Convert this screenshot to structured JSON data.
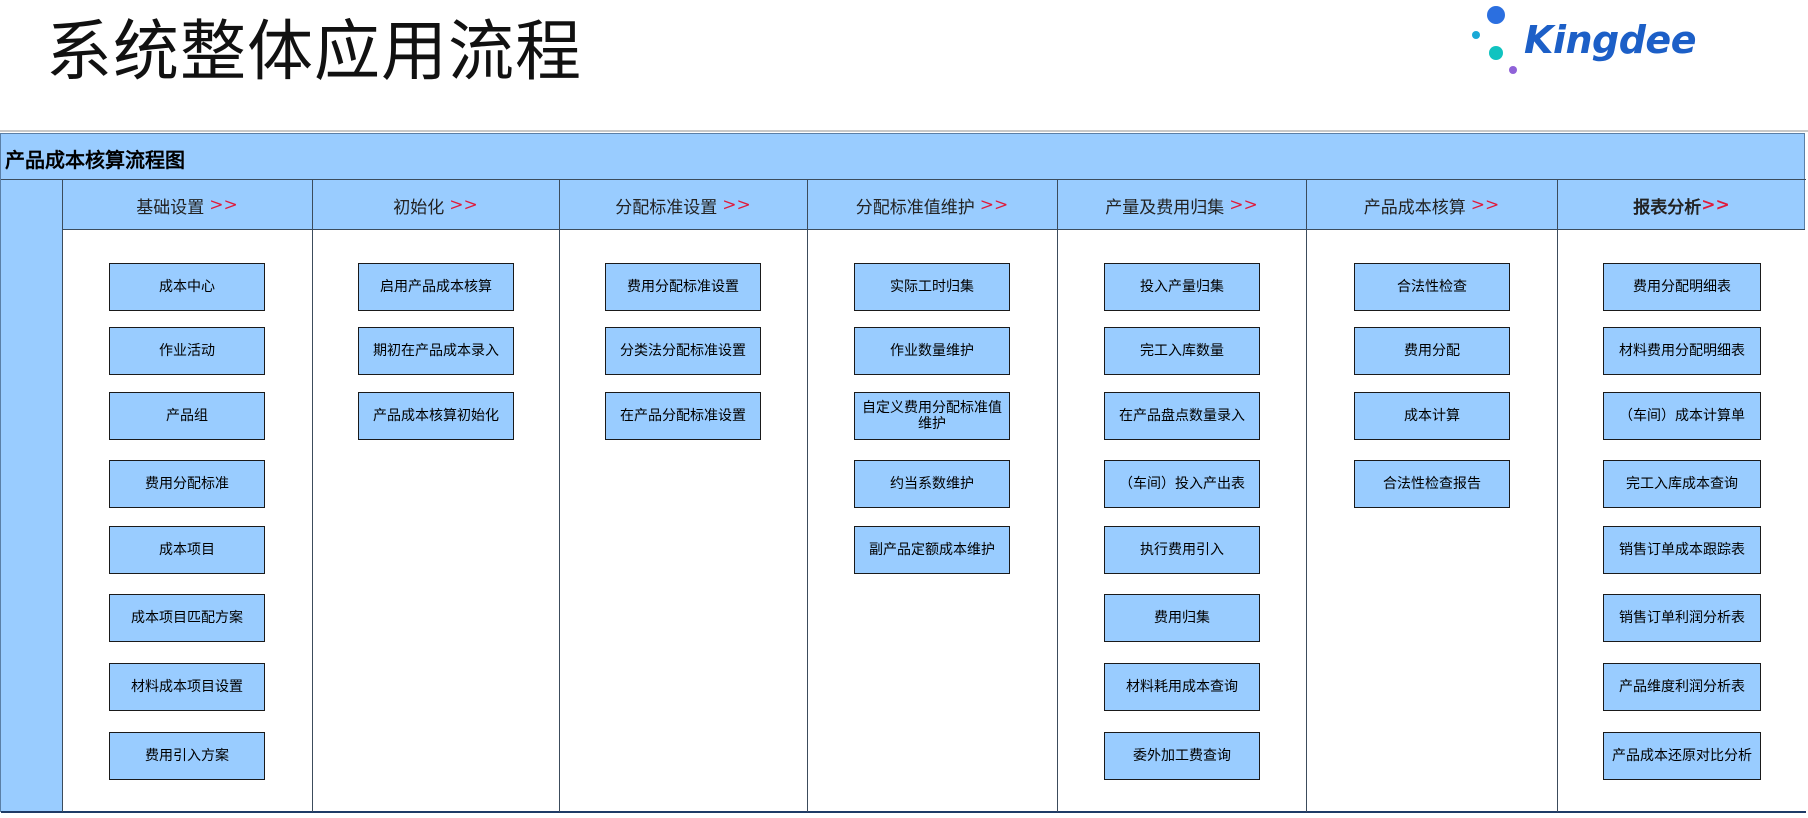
{
  "slide": {
    "title": "系统整体应用流程",
    "logo_text": "Kingdee"
  },
  "chart": {
    "title": "产品成本核算流程图",
    "arrow": ">>",
    "columns": [
      {
        "header": "基础设置",
        "items": [
          "成本中心",
          "作业活动",
          "产品组",
          "费用分配标准",
          "成本项目",
          "成本项目匹配方案",
          "材料成本项目设置",
          "费用引入方案"
        ]
      },
      {
        "header": "初始化",
        "items": [
          "启用产品成本核算",
          "期初在产品成本录入",
          "产品成本核算初始化"
        ]
      },
      {
        "header": "分配标准设置",
        "items": [
          "费用分配标准设置",
          "分类法分配标准设置",
          "在产品分配标准设置"
        ]
      },
      {
        "header": "分配标准值维护",
        "items": [
          "实际工时归集",
          "作业数量维护",
          "自定义费用分配标准值维护",
          "约当系数维护",
          "副产品定额成本维护"
        ]
      },
      {
        "header": "产量及费用归集",
        "items": [
          "投入产量归集",
          "完工入库数量",
          "在产品盘点数量录入",
          "（车间）投入产出表",
          "执行费用引入",
          "费用归集",
          "材料耗用成本查询",
          "委外加工费查询"
        ]
      },
      {
        "header": "产品成本核算",
        "items": [
          "合法性检查",
          "费用分配",
          "成本计算",
          "合法性检查报告"
        ]
      },
      {
        "header": "报表分析",
        "items": [
          "费用分配明细表",
          "材料费用分配明细表",
          "（车间）成本计算单",
          "完工入库成本查询",
          "销售订单成本跟踪表",
          "销售订单利润分析表",
          "产品维度利润分析表",
          "产品成本还原对比分析"
        ]
      }
    ]
  }
}
